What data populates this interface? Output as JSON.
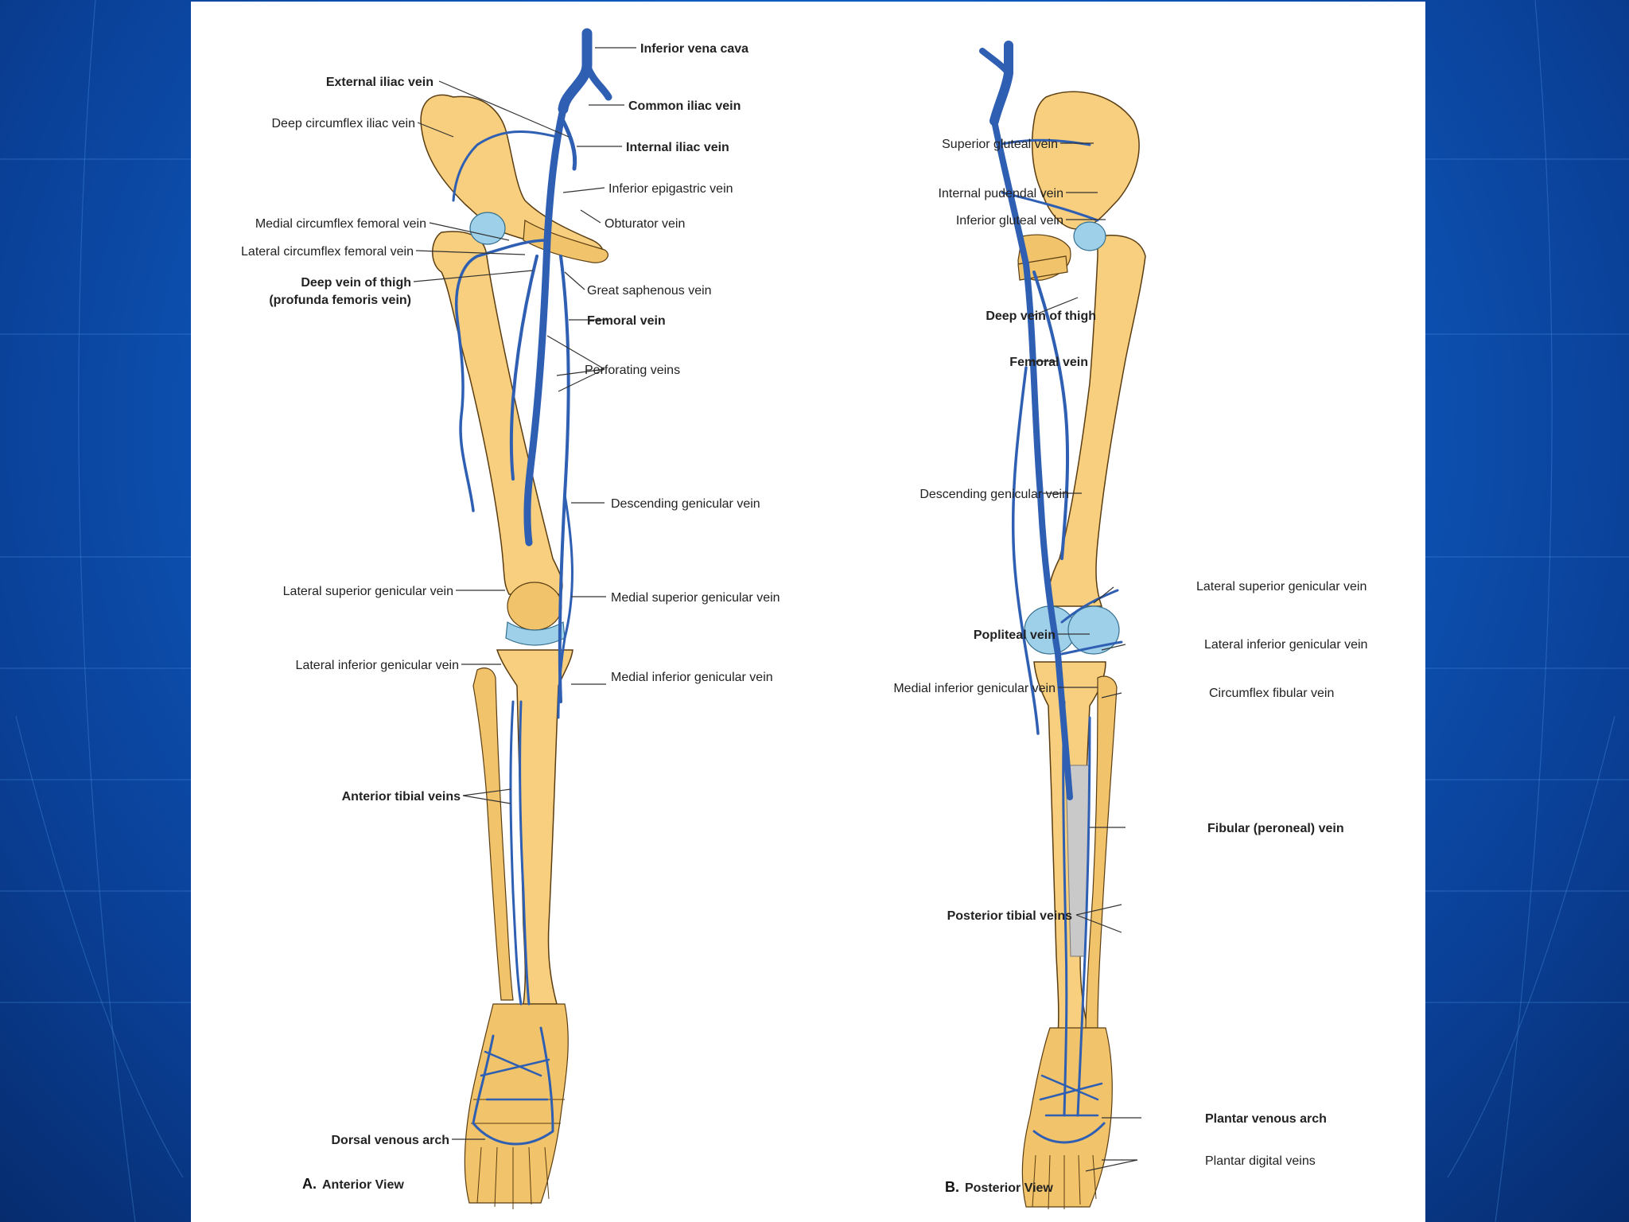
{
  "anterior": {
    "caption_letter": "A.",
    "caption_text": "Anterior View",
    "labels": {
      "inferior_vena_cava": "Inferior vena cava",
      "external_iliac_vein": "External iliac vein",
      "common_iliac_vein": "Common iliac vein",
      "deep_circumflex_iliac_vein": "Deep circumflex  iliac vein",
      "internal_iliac_vein": "Internal iliac vein",
      "inferior_epigastric_vein": "Inferior epigastric vein",
      "medial_circumflex_femoral_vein": "Medial circumflex femoral vein",
      "obturator_vein": "Obturator vein",
      "lateral_circumflex_femoral_vein": "Lateral circumflex femoral vein",
      "deep_vein_of_thigh_1": "Deep vein of thigh",
      "deep_vein_of_thigh_2": "(profunda femoris vein)",
      "great_saphenous_vein": "Great saphenous vein",
      "femoral_vein": "Femoral vein",
      "perforating_veins": "Perforating veins",
      "descending_genicular_vein": "Descending genicular vein",
      "lateral_superior_genicular_vein": "Lateral superior genicular vein",
      "medial_superior_genicular_vein": "Medial superior genicular vein",
      "lateral_inferior_genicular_vein": "Lateral inferior genicular vein",
      "medial_inferior_genicular_vein": "Medial inferior genicular vein",
      "anterior_tibial_veins": "Anterior tibial veins",
      "dorsal_venous_arch": "Dorsal venous arch"
    }
  },
  "posterior": {
    "caption_letter": "B.",
    "caption_text": "Posterior View",
    "labels": {
      "superior_gluteal_vein": "Superior gluteal vein",
      "internal_pudendal_vein": "Internal pudendal vein",
      "inferior_gluteal_vein": "Inferior gluteal vein",
      "deep_vein_of_thigh": "Deep vein of thigh",
      "femoral_vein": "Femoral vein",
      "descending_genicular_vein": "Descending genicular vein",
      "lateral_superior_genicular_vein": "Lateral superior genicular vein",
      "popliteal_vein": "Popliteal vein",
      "lateral_inferior_genicular_vein": "Lateral inferior genicular vein",
      "medial_inferior_genicular_vein": "Medial inferior genicular vein",
      "circumflex_fibular_vein": "Circumflex fibular vein",
      "fibular_peroneal_vein": "Fibular (peroneal) vein",
      "posterior_tibial_veins": "Posterior tibial veins",
      "plantar_venous_arch": "Plantar venous arch",
      "plantar_digital_veins": "Plantar digital veins"
    }
  },
  "colors": {
    "bone": "#f7cf7e",
    "vein": "#2f5fb3",
    "cartilage": "#9fd0ea",
    "slide_background": "#0d55b8"
  }
}
